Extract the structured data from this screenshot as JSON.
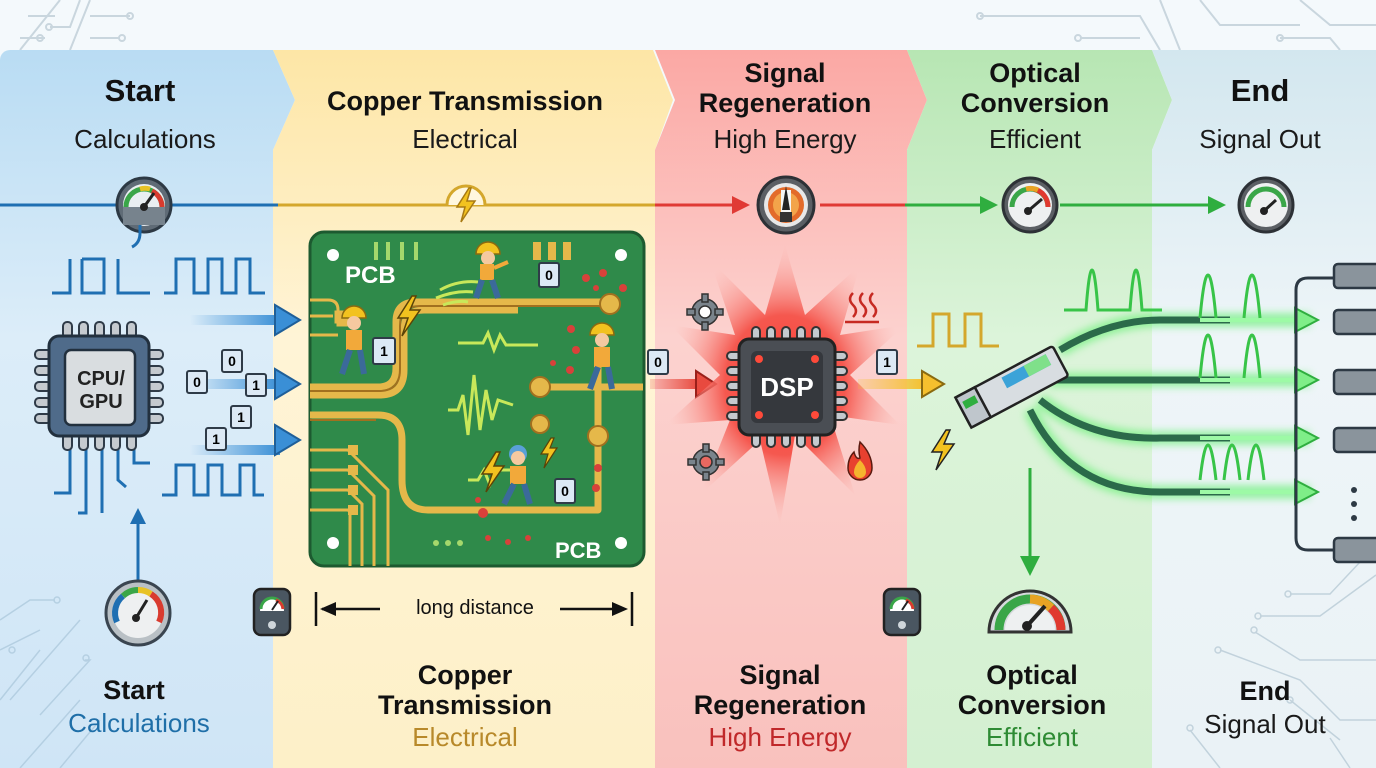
{
  "stages": [
    {
      "title": "Start",
      "subtitle": "Calculations",
      "bottom_title": "Start",
      "bottom_subtitle": "Calculations",
      "accent": "#1f6fb2",
      "bottom_subtitle_color": "#1f6fa8"
    },
    {
      "title": "Copper Transmission",
      "subtitle": "Electrical",
      "bottom_title_line1": "Copper",
      "bottom_title_line2": "Transmission",
      "bottom_subtitle": "Electrical",
      "accent": "#d4a72c",
      "bottom_subtitle_color": "#b8892a"
    },
    {
      "title_line1": "Signal",
      "title_line2": "Regeneration",
      "subtitle": "High Energy",
      "bottom_title_line1": "Signal",
      "bottom_title_line2": "Regeneration",
      "bottom_subtitle": "High Energy",
      "accent": "#e03a35",
      "bottom_subtitle_color": "#c0282a"
    },
    {
      "title_line1": "Optical",
      "title_line2": "Conversion",
      "subtitle": "Efficient",
      "bottom_title_line1": "Optical",
      "bottom_title_line2": "Conversion",
      "bottom_subtitle": "Efficient",
      "accent": "#2fae3f",
      "bottom_subtitle_color": "#2e8b34"
    },
    {
      "title": "End",
      "subtitle": "Signal Out",
      "bottom_title": "End",
      "bottom_subtitle": "Signal Out",
      "accent": "#2fae3f",
      "bottom_subtitle_color": "#1a1a1a"
    }
  ],
  "labels": {
    "cpu": [
      "CPU/",
      "GPU"
    ],
    "pcb_top": "PCB",
    "pcb_bottom": "PCB",
    "dsp": "DSP",
    "long_distance": "long distance"
  },
  "bits": {
    "start": [
      "0",
      "0",
      "1",
      "1",
      "1"
    ],
    "pcb": [
      "1",
      "0",
      "0"
    ],
    "dsp_in": "0",
    "dsp_out": "1"
  },
  "icons": [
    "gauge-icon",
    "lightning-icon",
    "gear-icon",
    "flame-icon",
    "heat-icon",
    "worker-icon",
    "transceiver-icon",
    "port-icon"
  ]
}
